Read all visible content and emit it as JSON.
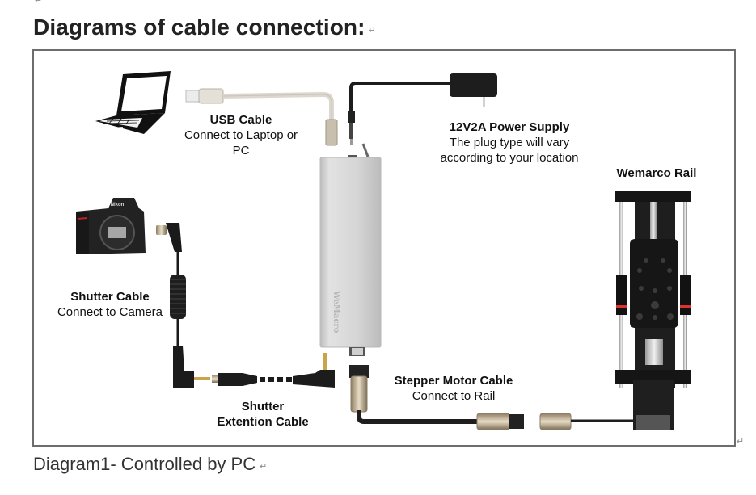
{
  "document": {
    "top_paragraph_mark": "↵",
    "heading": "Diagrams of cable connection:",
    "heading_paragraph_mark": "↵",
    "caption": "Diagram1- Controlled by PC",
    "caption_paragraph_mark": "↵",
    "frame_paragraph_mark": "↵"
  },
  "diagram": {
    "usb_cable": {
      "title": "USB Cable",
      "line1": "Connect to Laptop or",
      "line2": "PC"
    },
    "power_supply": {
      "title": "12V2A Power Supply",
      "line1": "The plug type will vary",
      "line2": "according to your location"
    },
    "rail": {
      "title": "Wemarco Rail"
    },
    "shutter_cable": {
      "title": "Shutter Cable",
      "line1": "Connect to Camera"
    },
    "shutter_extension": {
      "line1": "Shutter",
      "line2": "Extention Cable"
    },
    "stepper_cable": {
      "title": "Stepper Motor Cable",
      "line1": "Connect to Rail"
    },
    "controller_brand": "WeMacro",
    "camera_brand": "Nikon"
  },
  "colors": {
    "frame_border": "#6d6d6d",
    "cable_black": "#1c1c1c",
    "controller_silver": "#d4d4d4",
    "rail_red_accent": "#e0322c"
  }
}
